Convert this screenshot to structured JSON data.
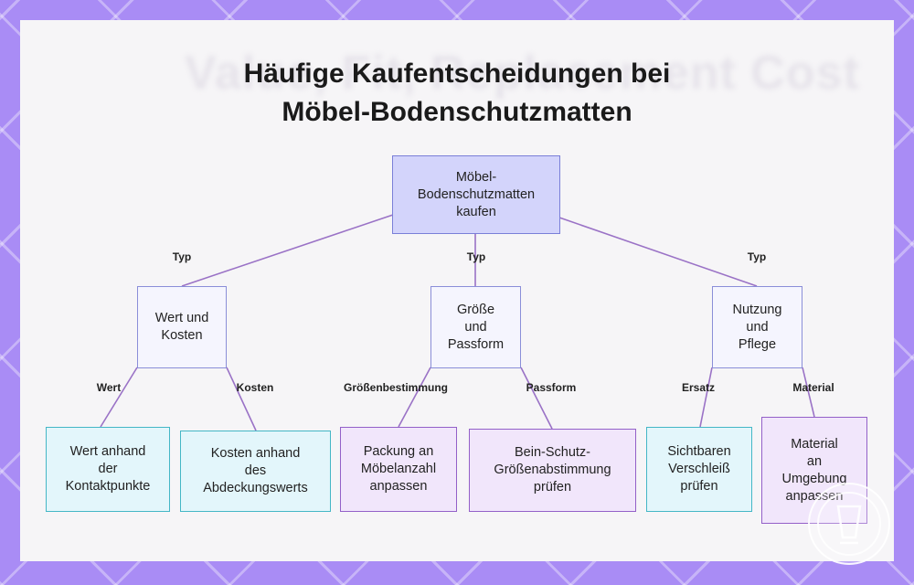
{
  "background_watermark": "Value, Fit, Replacement Cost",
  "title_lines": [
    "Häufige Kaufentscheidungen bei",
    "Möbel-Bodenschutzmatten"
  ],
  "nodes": {
    "root": "Möbel-\nBodenschutzmatten\nkaufen",
    "value_cost": "Wert und\nKosten",
    "size_fit": "Größe\nund\nPassform",
    "use_care": "Nutzung\nund\nPflege",
    "value_contact": "Wert anhand\nder\nKontaktpunkte",
    "cost_coverage": "Kosten anhand\ndes\nAbdeckungswerts",
    "pack_furniture": "Packung an\nMöbelanzahl\nanpassen",
    "leg_sizing": "Bein-Schutz-\nGrößenabstimmung\nprüfen",
    "wear_check": "Sichtbaren\nVerschleiß\nprüfen",
    "material_env": "Material\nan\nUmgebung\nanpassen"
  },
  "edge_labels": {
    "root_value_cost": "Typ",
    "root_size_fit": "Typ",
    "root_use_care": "Typ",
    "value": "Wert",
    "cost": "Kosten",
    "sizing": "Größenbestimmung",
    "fit": "Passform",
    "replacement": "Ersatz",
    "material": "Material"
  },
  "colors": {
    "edge": "#9a72c6",
    "root_fill": "#d3d4fb",
    "teal_border": "#44b7c6",
    "purple_border": "#9360c8"
  }
}
